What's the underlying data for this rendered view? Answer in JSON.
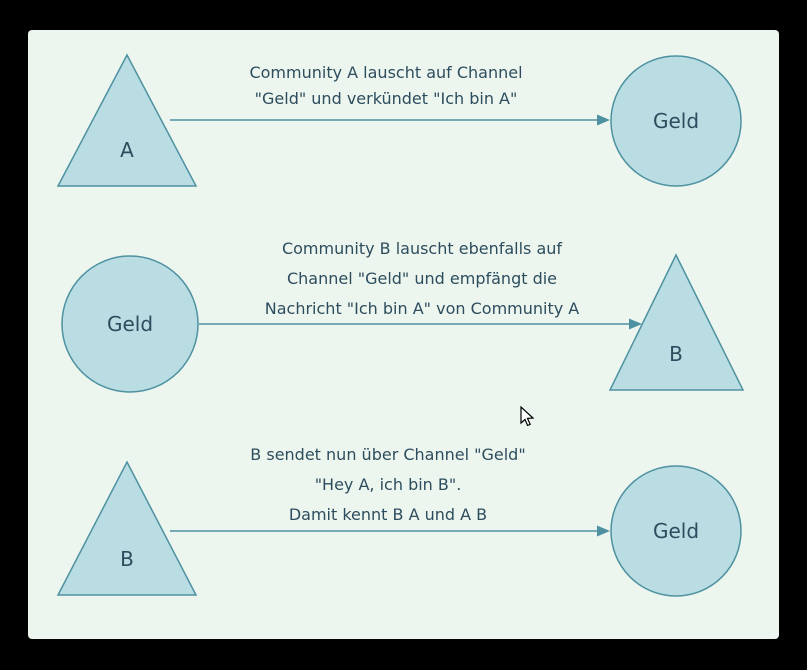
{
  "colors": {
    "background": "#000000",
    "surface": "#edf6ee",
    "shape_fill": "#b9dde2",
    "shape_stroke": "#4e91a1",
    "arrow": "#4e91a1",
    "text": "#2d4d5e"
  },
  "rows": [
    {
      "left": {
        "type": "triangle",
        "label": "A"
      },
      "right": {
        "type": "circle",
        "label": "Geld"
      },
      "caption": [
        "Community A lauscht auf Channel",
        "\"Geld\" und verkündet \"Ich bin A\""
      ]
    },
    {
      "left": {
        "type": "circle",
        "label": "Geld"
      },
      "right": {
        "type": "triangle",
        "label": "B"
      },
      "caption": [
        "Community B lauscht ebenfalls auf",
        "Channel \"Geld\" und empfängt die",
        "Nachricht \"Ich bin A\" von Community A"
      ]
    },
    {
      "left": {
        "type": "triangle",
        "label": "B"
      },
      "right": {
        "type": "circle",
        "label": "Geld"
      },
      "caption": [
        "B sendet nun über Channel \"Geld\"",
        "\"Hey A, ich bin B\".",
        "Damit kennt B A und A B"
      ]
    }
  ]
}
